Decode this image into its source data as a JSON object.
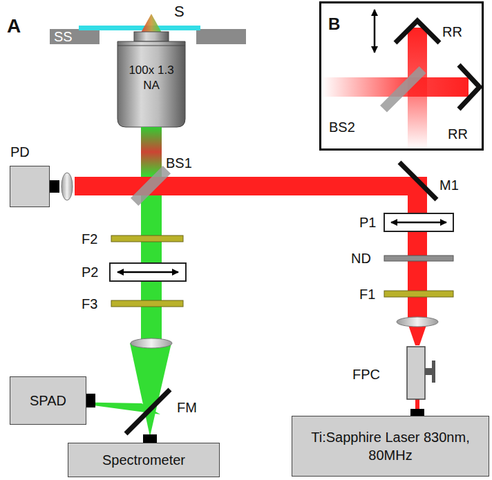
{
  "diagram": {
    "nodes": [
      {
        "text": [
          "100x 1.3 NA"
        ]
      },
      {
        "text": [
          "PD"
        ]
      },
      {
        "text": [
          "SPAD"
        ]
      },
      {
        "text": [
          "Spectrometer"
        ]
      },
      {
        "text": [
          "Ti:Sapphire Laser 830nm, 80MHz"
        ]
      },
      {
        "text": [
          "B"
        ]
      }
    ],
    "labels": [
      "A",
      "S",
      "SS",
      "BS1",
      "M1",
      "P1",
      "ND",
      "F1",
      "FPC",
      "F2",
      "P2",
      "F3",
      "FM",
      "RR",
      "RR",
      "BS2"
    ]
  }
}
